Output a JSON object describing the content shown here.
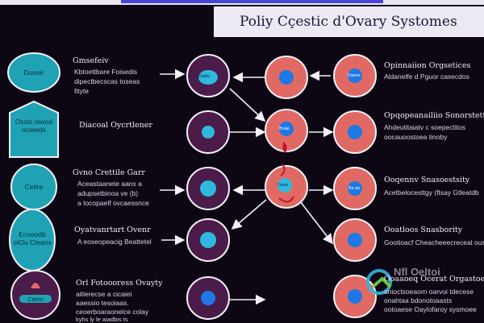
{
  "title": "Poliy Cçestic d'Ovary Systomes",
  "left_shapes": [
    {
      "label": "Doooir"
    },
    {
      "label": "Osstc oiwod octeeds"
    },
    {
      "label": "Ceitre"
    },
    {
      "label": "Ecooodb otOu Cteans"
    },
    {
      "label": "Ctteio"
    }
  ],
  "left_texts": [
    {
      "head": "Gmsefeiv",
      "body": [
        "Kbtoettbare Foisedis",
        "dipectbecscas toseas",
        "fityte"
      ]
    },
    {
      "head": "Diacoal Oycrtlener",
      "body": []
    },
    {
      "head": "Gvno Crettile Garr",
      "body": [
        "Aceastaanete aanx a",
        "adupsetbinoa ve (b)",
        "a tocopaelf ovcaessnce"
      ]
    },
    {
      "head": "Oyatvanrtart Ovenr",
      "body": [
        "A eoseopeacig Beattetel"
      ]
    },
    {
      "head": "Orl Fotoooress Ovayty",
      "body": [
        "aitlerecse a cicaiei",
        "aaessio tesoiaas.",
        "ceoerboaraonelce colay",
        "kyhs ly le aiadbis ts"
      ]
    }
  ],
  "col1_nodes": [
    {
      "label": "Daeu"
    },
    {
      "label": ""
    },
    {
      "label": ""
    },
    {
      "label": ""
    },
    {
      "label": ""
    }
  ],
  "col2_nodes": [
    {
      "label": ""
    },
    {
      "label": "Boae"
    },
    {
      "label": "Oaae"
    }
  ],
  "col3_nodes": [
    {
      "label": "Dasoe"
    },
    {
      "label": ""
    },
    {
      "label": "Ba ao"
    },
    {
      "label": ""
    },
    {
      "label": ""
    }
  ],
  "right_texts": [
    {
      "head": "Opinnaiion Orgsetices",
      "body": [
        "Aldanelfe d Pguor casecdos"
      ]
    },
    {
      "head": "Opqopeanailiio Sonorstettor",
      "body": [
        "Ahdeutitaiatv c soepectitos",
        "oocauoostoea tinoby"
      ]
    },
    {
      "head": "Ooqennv Snasoestsity",
      "body": [
        "Acetbelocesttgy (ftsay Gtleatdb"
      ]
    },
    {
      "head": "Ooatloos Snasbority",
      "body": [
        "Gootioacf Cheacheeecreceal ouscs"
      ]
    },
    {
      "head": "Ooaaoeq Ocerat Orgastoel",
      "body": [
        "anioctsoeaorn oarvoi tdecese",
        "onahtaa bdonotoaasts",
        "ootoaese Oaylofaroy sysmoee"
      ]
    }
  ],
  "watermark": "Nfl Oeltoi",
  "colors": {
    "background": "#0d0714",
    "teal": "#1fa3b4",
    "teal_dark": "#0f7b88",
    "purple_node": "#4b1c4a",
    "coral": "#e06a63",
    "blue_dot": "#1e78e6",
    "cyan_dot": "#2fb8e0",
    "title_bg": "#ece9f4",
    "outline": "#f4f1fa"
  }
}
